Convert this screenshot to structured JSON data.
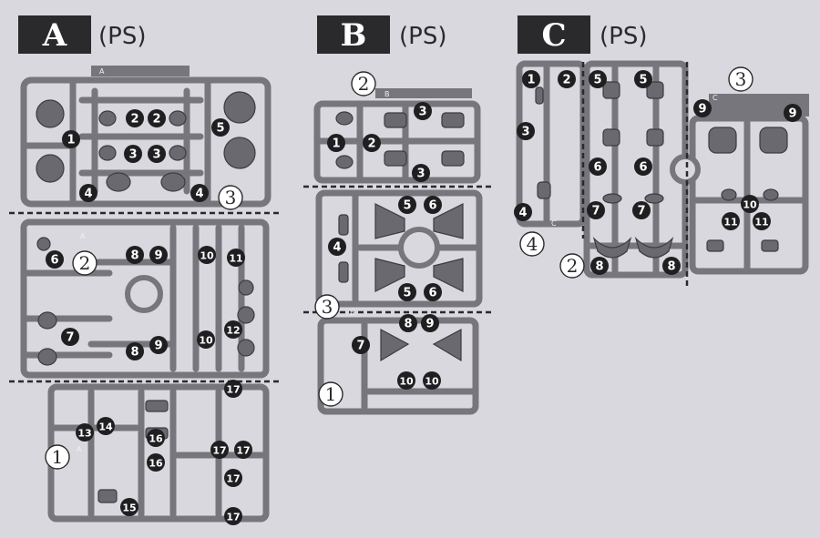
{
  "sprues": [
    {
      "letter": "A",
      "material": "(PS)"
    },
    {
      "letter": "B",
      "material": "(PS)"
    },
    {
      "letter": "C",
      "material": "(PS)"
    }
  ],
  "runner_tags": [
    "A",
    "A",
    "A",
    "B",
    "B",
    "C",
    "C"
  ],
  "part_numbers": {
    "A": [
      "1",
      "2",
      "2",
      "3",
      "3",
      "4",
      "4",
      "5",
      "6",
      "8",
      "9",
      "10",
      "11",
      "7",
      "8",
      "9",
      "10",
      "12",
      "13",
      "14",
      "15",
      "16",
      "16",
      "17",
      "17",
      "17",
      "17",
      "17"
    ],
    "B": [
      "3",
      "1",
      "2",
      "3",
      "4",
      "5",
      "6",
      "5",
      "6",
      "7",
      "8",
      "9",
      "10",
      "10"
    ],
    "C": [
      "1",
      "2",
      "3",
      "4",
      "5",
      "5",
      "6",
      "6",
      "7",
      "7",
      "8",
      "8",
      "9",
      "9",
      "10",
      "11",
      "11"
    ]
  },
  "section_markers": {
    "A": [
      "3",
      "2",
      "1"
    ],
    "B": [
      "2",
      "3",
      "1"
    ],
    "C": [
      "3",
      "4",
      "2"
    ]
  }
}
